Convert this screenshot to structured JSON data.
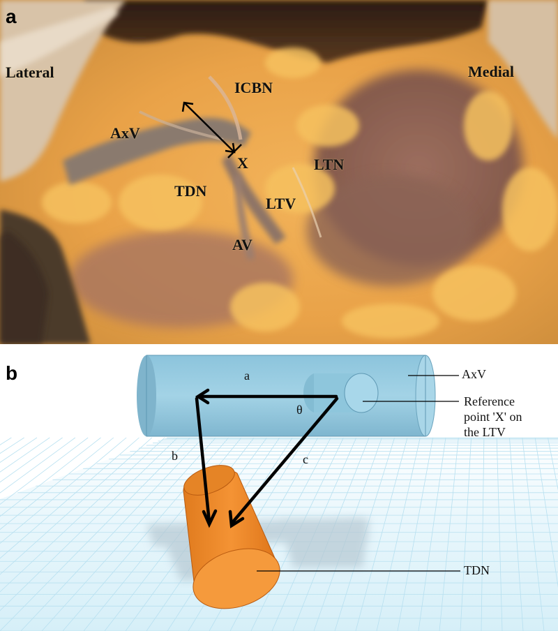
{
  "panel_a": {
    "letter": "a",
    "labels": {
      "lateral": "Lateral",
      "medial": "Medial",
      "icbn": "ICBN",
      "axv": "AxV",
      "x": "X",
      "ltn": "LTN",
      "tdn": "TDN",
      "ltv": "LTV",
      "av": "AV"
    }
  },
  "panel_b": {
    "letter": "b",
    "labels": {
      "a": "a",
      "b": "b",
      "c": "c",
      "theta": "θ",
      "axv": "AxV",
      "ref_line1": "Reference",
      "ref_line2": "point 'X' on",
      "ref_line3": "the LTV",
      "tdn": "TDN"
    },
    "colors": {
      "axv_cylinder": "#9fd0e4",
      "tdn_cylinder": "#f08a28",
      "grid_plane": "#dff3fb"
    }
  }
}
